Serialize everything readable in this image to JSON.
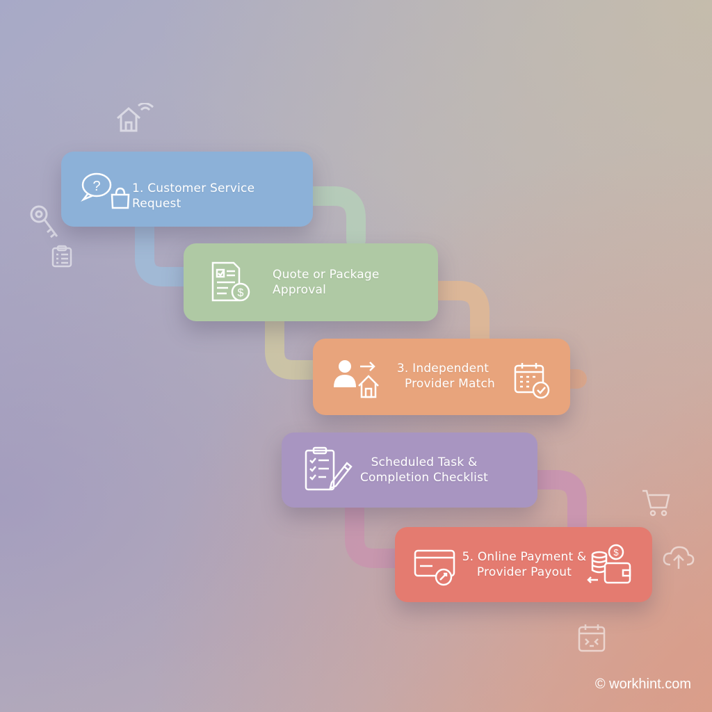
{
  "steps": [
    {
      "label": "1. Customer Service Request",
      "color": "#8cb1d8",
      "icons": [
        "chat-question-icon",
        "shopping-bag-icon"
      ]
    },
    {
      "label_line1": "Quote or Package",
      "label_line2": "Approval",
      "color": "#afc9a4",
      "icons": [
        "quote-document-dollar-icon"
      ]
    },
    {
      "label_line1": "3. Independent",
      "label_line2": "Provider Match",
      "color": "#e8a47c",
      "icons": [
        "person-to-house-icon",
        "calendar-check-icon"
      ]
    },
    {
      "label_line1": "Scheduled Task &",
      "label_line2": "Completion Checklist",
      "color": "#a895c1",
      "icons": [
        "checklist-pencil-icon"
      ]
    },
    {
      "label_line1": "5. Online Payment &",
      "label_line2": "Provider Payout",
      "color": "#e47b70",
      "icons": [
        "credit-card-icon",
        "coins-wallet-icon"
      ]
    }
  ],
  "connector_colors": [
    "#aac6c6",
    "#c9c7a5",
    "#d8b7a2",
    "#c99bb8"
  ],
  "background_icons": [
    "smart-home-icon",
    "key-icon",
    "clipboard-icon",
    "shopping-cart-icon",
    "cloud-upload-icon",
    "calendar-icon"
  ],
  "watermark": "© workhint.com"
}
